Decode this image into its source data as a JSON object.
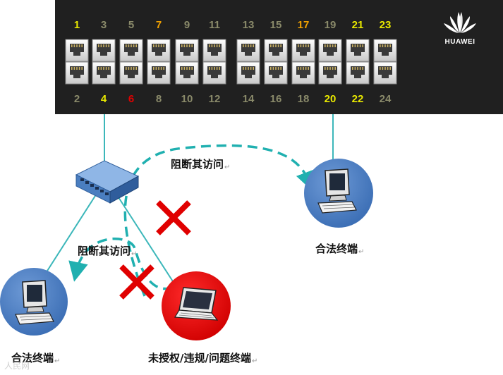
{
  "switch_panel": {
    "brand": "HUAWEI",
    "top_ports": [
      {
        "num": "1",
        "color": "#e8e800"
      },
      {
        "num": "3",
        "color": "#8a8a6a"
      },
      {
        "num": "5",
        "color": "#8a8a6a"
      },
      {
        "num": "7",
        "color": "#f0a000"
      },
      {
        "num": "9",
        "color": "#8a8a6a"
      },
      {
        "num": "11",
        "color": "#8a8a6a"
      },
      {
        "num": "13",
        "color": "#8a8a6a"
      },
      {
        "num": "15",
        "color": "#8a8a6a"
      },
      {
        "num": "17",
        "color": "#f0a000"
      },
      {
        "num": "19",
        "color": "#8a8a6a"
      },
      {
        "num": "21",
        "color": "#e8e800"
      },
      {
        "num": "23",
        "color": "#e8e800"
      }
    ],
    "bottom_ports": [
      {
        "num": "2",
        "color": "#8a8a6a"
      },
      {
        "num": "4",
        "color": "#e8e800"
      },
      {
        "num": "6",
        "color": "#e00000"
      },
      {
        "num": "8",
        "color": "#8a8a6a"
      },
      {
        "num": "10",
        "color": "#8a8a6a"
      },
      {
        "num": "12",
        "color": "#8a8a6a"
      },
      {
        "num": "14",
        "color": "#8a8a6a"
      },
      {
        "num": "16",
        "color": "#8a8a6a"
      },
      {
        "num": "18",
        "color": "#8a8a6a"
      },
      {
        "num": "20",
        "color": "#e8e800"
      },
      {
        "num": "22",
        "color": "#e8e800"
      },
      {
        "num": "24",
        "color": "#8a8a6a"
      }
    ]
  },
  "labels": {
    "block_top": "阻断其访问",
    "block_left": "阻断其访问",
    "legal_right": "合法终端",
    "legal_left": "合法终端",
    "unauthorized": "未授权/违规/问题终端",
    "return_mark": "↵"
  },
  "watermark": "人民网",
  "colors": {
    "panel_bg": "#202020",
    "link_line": "#3cb7ba",
    "dashed_arrow": "#20b0b0",
    "legal_circle": "#4d7fc4",
    "illegal_circle": "#e10000",
    "cross": "#e00000"
  },
  "icons": {
    "hub": "network-hub-icon",
    "desktop": "desktop-computer-icon",
    "laptop": "laptop-icon",
    "block": "red-cross-icon",
    "brand": "huawei-logo-icon"
  }
}
